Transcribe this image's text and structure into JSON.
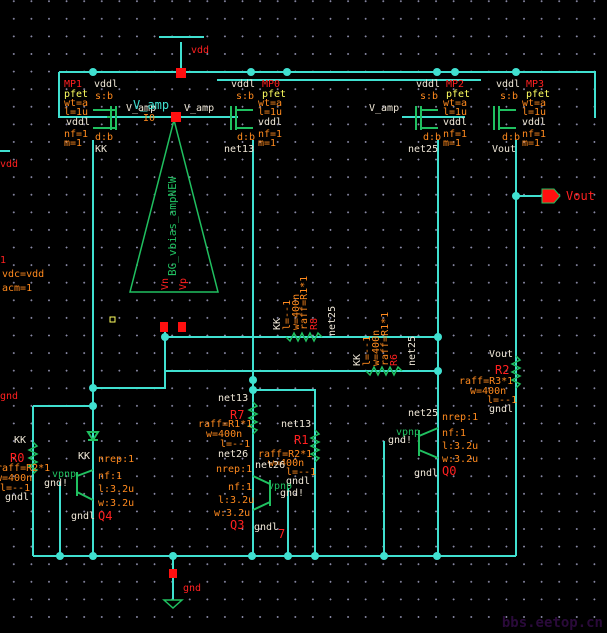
{
  "app": {
    "title": "Schematic Editor"
  },
  "colors": {
    "wire": "#40e0d0",
    "symbol": "#20c060",
    "label_red": "#ff2020",
    "label_orange": "#ff8a1e",
    "net_white": "#f0e8d8",
    "background": "#000000"
  },
  "pins": {
    "vdd": "vdd",
    "gnd": "gnd",
    "vout": "Vout"
  },
  "left_offscreen": {
    "vdd": "vdd",
    "one": "1",
    "vdc": "vdc=vdd",
    "acm": "acm=1",
    "gnd": "gnd"
  },
  "opamp": {
    "name": "BG_vbias_ampNEW",
    "vn": "Vn",
    "vp": "Vp",
    "out_net": "V_amp",
    "inst": "I0"
  },
  "transistors": [
    {
      "name": "MP1",
      "type": "pfet",
      "wt": "wt=a",
      "l": "l=1u",
      "nf": "nf=1",
      "m": "m=1",
      "top": "vddl",
      "bulk": "vddl",
      "sb": "s:b",
      "db": "d:b",
      "drain": "KK",
      "gate": "V_amp"
    },
    {
      "name": "MP0",
      "type": "pfet",
      "wt": "wt=a",
      "l": "l=1u",
      "nf": "nf=1",
      "m": "m=1",
      "top": "vddl",
      "bulk": "vddl",
      "sb": "s:b",
      "db": "d:b",
      "drain": "net13",
      "gate": "V_amp"
    },
    {
      "name": "MP2",
      "type": "pfet",
      "wt": "wt=a",
      "l": "l=1u",
      "nf": "nf=1",
      "m": "m=1",
      "top": "vddl",
      "bulk": "vddl",
      "sb": "s:b",
      "db": "d:b",
      "drain": "net25",
      "gate": "V_amp"
    },
    {
      "name": "MP3",
      "type": "pfet",
      "wt": "wt=a",
      "l": "l=1u",
      "nf": "nf=1",
      "m": "m=1",
      "top": "vddl",
      "bulk": "vddl",
      "sb": "s:b",
      "db": "d:b",
      "drain": "Vout",
      "gate": "V_amp"
    }
  ],
  "resistors": [
    {
      "name": "R8",
      "raff": "raff=R1*1",
      "w": "w=400n",
      "l": "l=--1",
      "n1": "KK",
      "n2": "net25"
    },
    {
      "name": "R6",
      "raff": "raff=R1*1",
      "w": "w=400n",
      "l": "l=--1",
      "n1": "KK",
      "n2": "net25"
    },
    {
      "name": "R0",
      "raff": "raff=R2*1",
      "w": "w=400n",
      "l": "l=--1",
      "n1": "KK",
      "n2": "gndl"
    },
    {
      "name": "R7",
      "raff": "raff=R1*1",
      "w": "w=400n",
      "l": "l=--1",
      "n1": "net13",
      "n2": "net26"
    },
    {
      "name": "R1",
      "raff": "raff=R2*1",
      "w": "w=400n",
      "l": "l=--1",
      "n1": "net13",
      "n2": "gndl"
    },
    {
      "name": "R2",
      "raff": "raff=R3*1",
      "w": "w=400n",
      "l": "l=--1",
      "n1": "Vout",
      "n2": "gndl"
    }
  ],
  "bjts": [
    {
      "name": "Q4",
      "type": "vpnp",
      "nrep": "nrep:1",
      "nf": "nf:1",
      "l": "l:3.2u",
      "w": "w:3.2u",
      "emitter": "KK",
      "base": "gnd!",
      "collector": "gndl"
    },
    {
      "name": "Q3",
      "type": "vpnp",
      "nrep": "nrep:1",
      "nf": "nf:1",
      "l": "l:3.2u",
      "w": "w:3.2u",
      "emitter": "net26",
      "base": "gnd!",
      "collector": "gndl",
      "extra": "7"
    },
    {
      "name": "Q0",
      "type": "vpnp",
      "nrep": "nrep:1",
      "nf": "nf:1",
      "l": "l:3.2u",
      "w": "w:3.2u",
      "emitter": "net25",
      "base": "gnd!",
      "collector": "gndl"
    }
  ],
  "watermark": "bbs.eetop.cn"
}
